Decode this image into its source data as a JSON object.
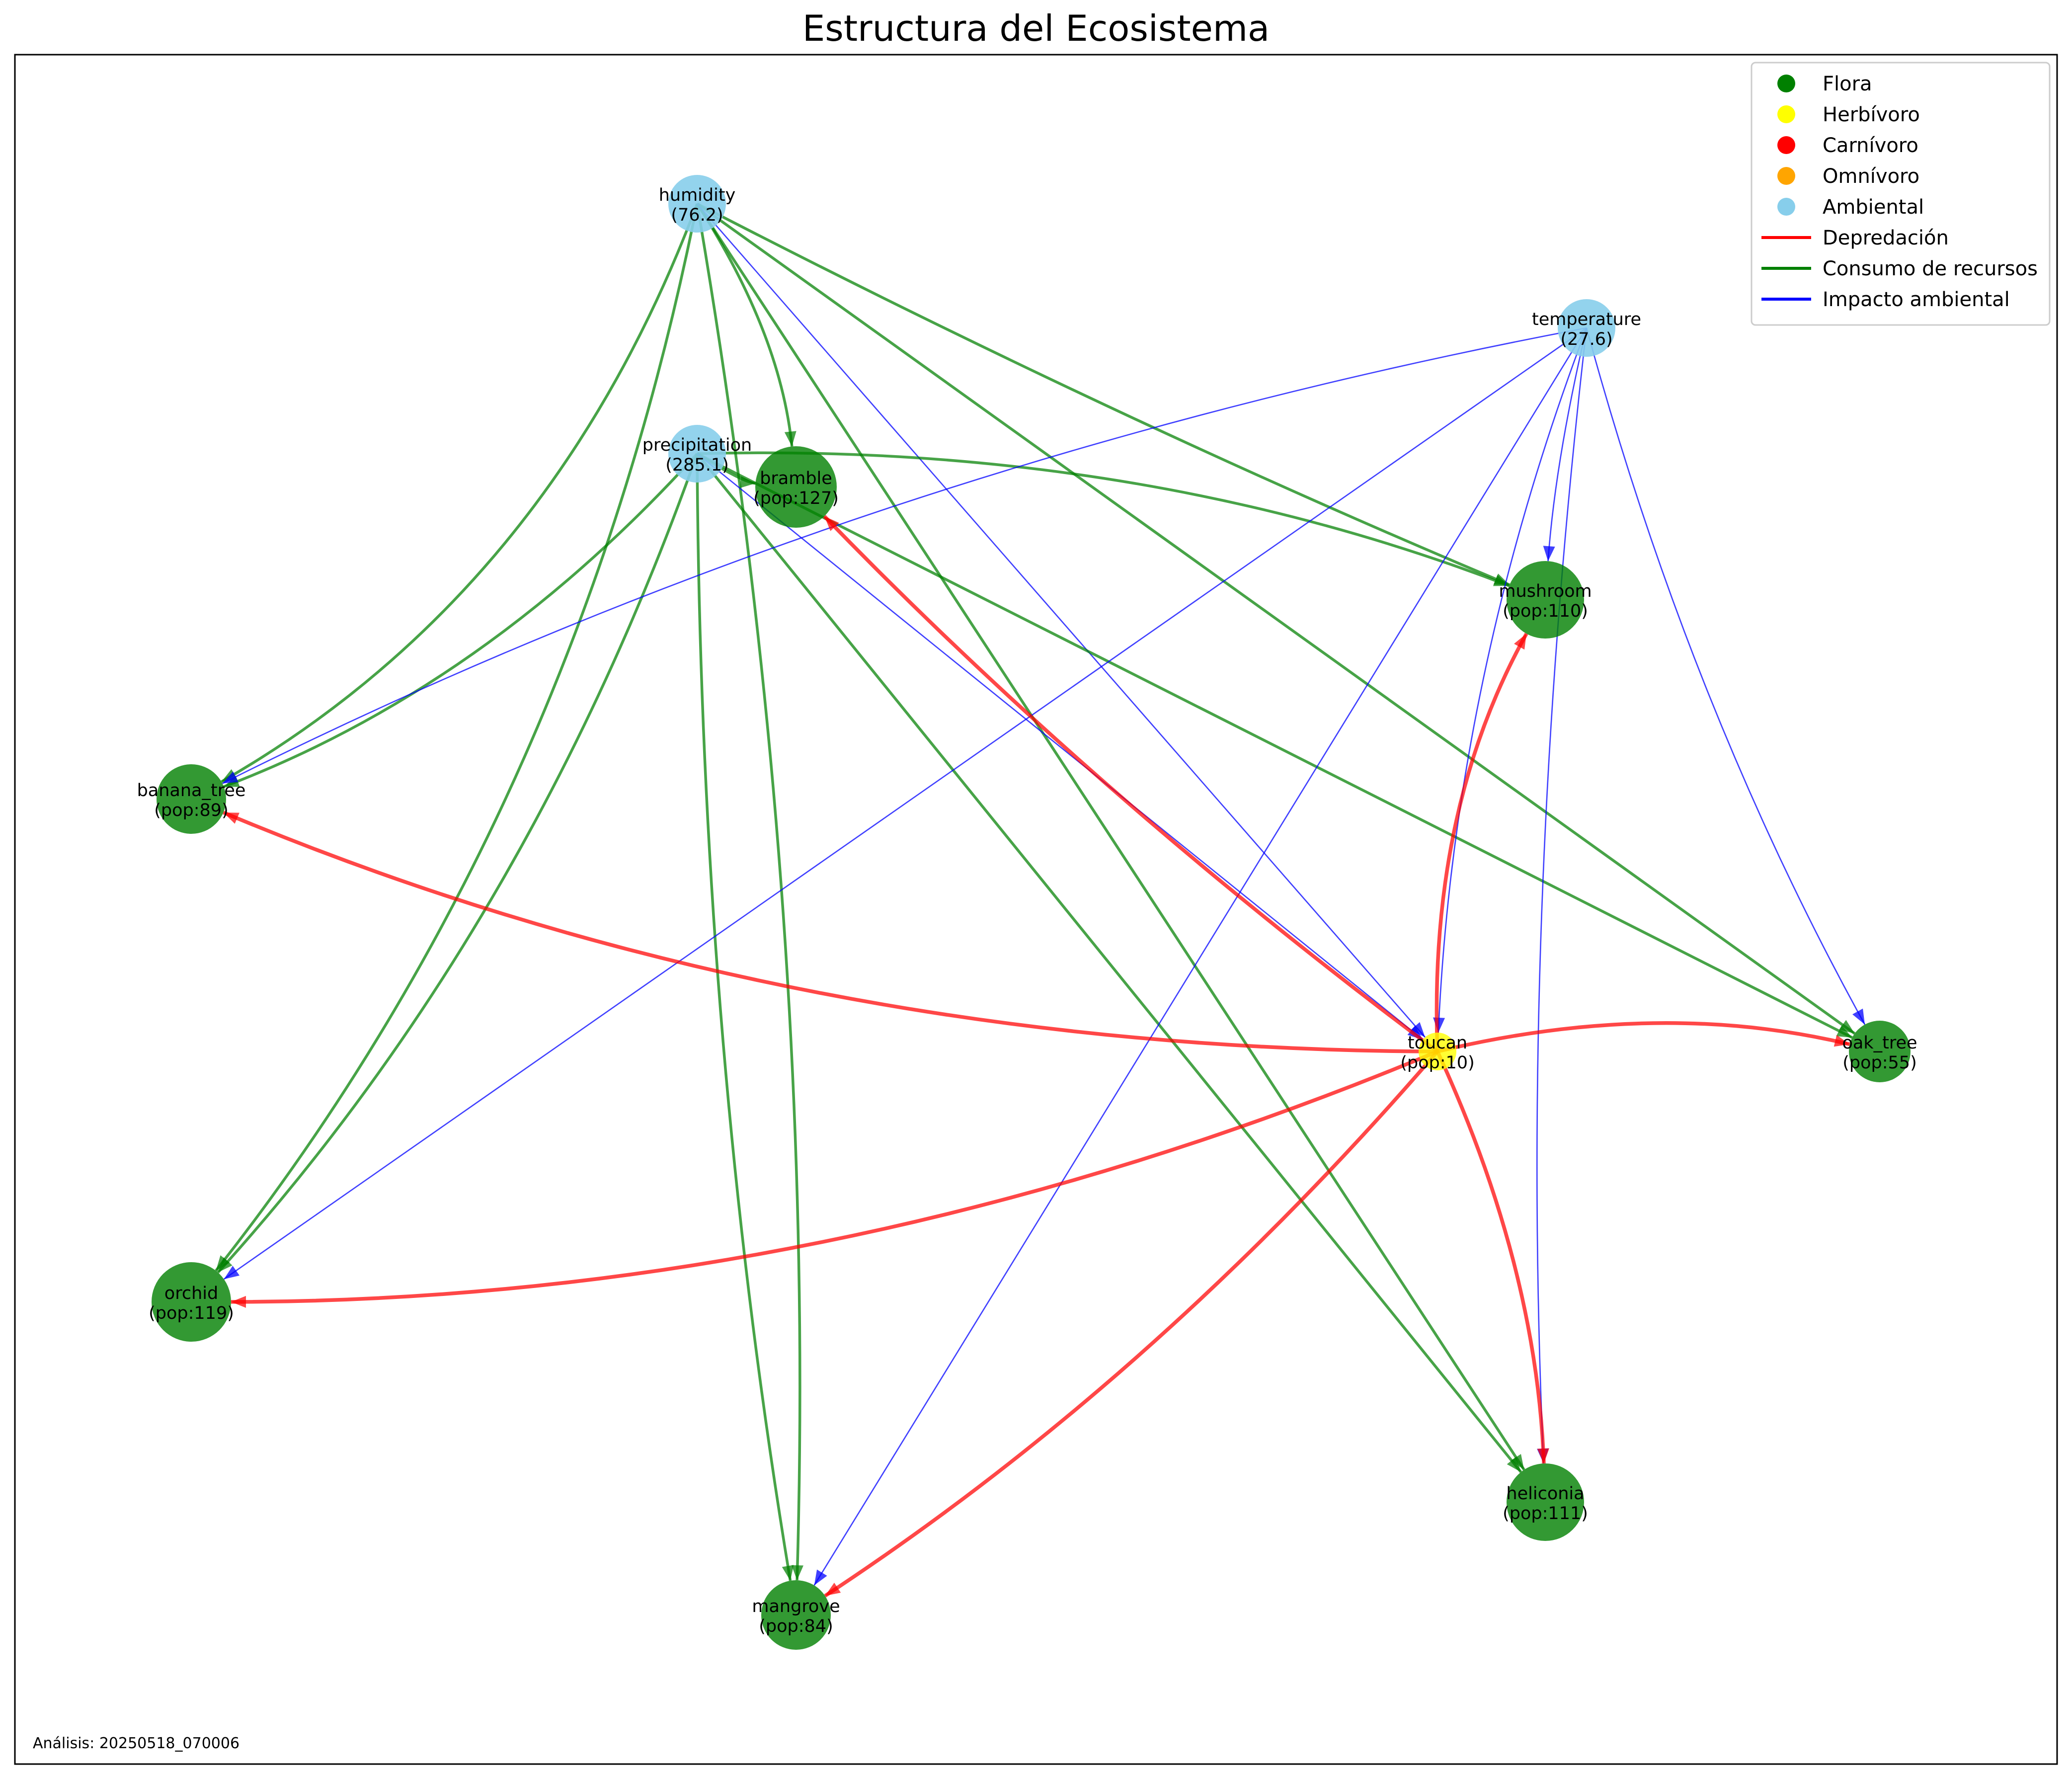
{
  "title": "Estructura del Ecosistema",
  "footer": "Análisis: 20250518_070006",
  "colors": {
    "flora": "#008000",
    "herbivore": "#ffff00",
    "carnivore": "#ff0000",
    "omnivore": "#ffa500",
    "environmental": "#87ceeb",
    "predation": "#ff0000",
    "resource": "#008000",
    "impact": "#0000ff"
  },
  "legend": [
    {
      "kind": "marker",
      "color_key": "flora",
      "label": "Flora"
    },
    {
      "kind": "marker",
      "color_key": "herbivore",
      "label": "Herbívoro"
    },
    {
      "kind": "marker",
      "color_key": "carnivore",
      "label": "Carnívoro"
    },
    {
      "kind": "marker",
      "color_key": "omnivore",
      "label": "Omnívoro"
    },
    {
      "kind": "marker",
      "color_key": "environmental",
      "label": "Ambiental"
    },
    {
      "kind": "line",
      "color_key": "predation",
      "label": "Depredación"
    },
    {
      "kind": "line",
      "color_key": "resource",
      "label": "Consumo de recursos"
    },
    {
      "kind": "line",
      "color_key": "impact",
      "label": "Impacto ambiental"
    }
  ],
  "nodes": [
    {
      "id": "humidity",
      "type": "environmental",
      "line1": "humidity",
      "line2": "(76.2)"
    },
    {
      "id": "temperature",
      "type": "environmental",
      "line1": "temperature",
      "line2": "(27.6)"
    },
    {
      "id": "precipitation",
      "type": "environmental",
      "line1": "precipitation",
      "line2": "(285.1)"
    },
    {
      "id": "bramble",
      "type": "flora",
      "line1": "bramble",
      "line2": "(pop:127)"
    },
    {
      "id": "mushroom",
      "type": "flora",
      "line1": "mushroom",
      "line2": "(pop:110)"
    },
    {
      "id": "banana_tree",
      "type": "flora",
      "line1": "banana_tree",
      "line2": "(pop:89)"
    },
    {
      "id": "toucan",
      "type": "herbivore",
      "line1": "toucan",
      "line2": "(pop:10)"
    },
    {
      "id": "oak_tree",
      "type": "flora",
      "line1": "oak_tree",
      "line2": "(pop:55)"
    },
    {
      "id": "orchid",
      "type": "flora",
      "line1": "orchid",
      "line2": "(pop:119)"
    },
    {
      "id": "heliconia",
      "type": "flora",
      "line1": "heliconia",
      "line2": "(pop:111)"
    },
    {
      "id": "mangrove",
      "type": "flora",
      "line1": "mangrove",
      "line2": "(pop:84)"
    }
  ],
  "edges": [
    {
      "from": "humidity",
      "to": "banana_tree",
      "kind": "resource"
    },
    {
      "from": "humidity",
      "to": "orchid",
      "kind": "resource"
    },
    {
      "from": "humidity",
      "to": "mangrove",
      "kind": "resource"
    },
    {
      "from": "humidity",
      "to": "bramble",
      "kind": "resource"
    },
    {
      "from": "humidity",
      "to": "heliconia",
      "kind": "resource"
    },
    {
      "from": "humidity",
      "to": "mushroom",
      "kind": "resource"
    },
    {
      "from": "humidity",
      "to": "oak_tree",
      "kind": "resource"
    },
    {
      "from": "humidity",
      "to": "toucan",
      "kind": "impact"
    },
    {
      "from": "precipitation",
      "to": "banana_tree",
      "kind": "resource"
    },
    {
      "from": "precipitation",
      "to": "orchid",
      "kind": "resource"
    },
    {
      "from": "precipitation",
      "to": "mangrove",
      "kind": "resource"
    },
    {
      "from": "precipitation",
      "to": "bramble",
      "kind": "resource"
    },
    {
      "from": "precipitation",
      "to": "heliconia",
      "kind": "resource"
    },
    {
      "from": "precipitation",
      "to": "mushroom",
      "kind": "resource"
    },
    {
      "from": "precipitation",
      "to": "oak_tree",
      "kind": "resource"
    },
    {
      "from": "precipitation",
      "to": "toucan",
      "kind": "impact"
    },
    {
      "from": "temperature",
      "to": "banana_tree",
      "kind": "impact"
    },
    {
      "from": "temperature",
      "to": "orchid",
      "kind": "impact"
    },
    {
      "from": "temperature",
      "to": "mangrove",
      "kind": "impact"
    },
    {
      "from": "temperature",
      "to": "toucan",
      "kind": "impact"
    },
    {
      "from": "temperature",
      "to": "mushroom",
      "kind": "impact"
    },
    {
      "from": "temperature",
      "to": "heliconia",
      "kind": "impact"
    },
    {
      "from": "temperature",
      "to": "oak_tree",
      "kind": "impact"
    },
    {
      "from": "toucan",
      "to": "bramble",
      "kind": "predation"
    },
    {
      "from": "toucan",
      "to": "mushroom",
      "kind": "predation"
    },
    {
      "from": "toucan",
      "to": "banana_tree",
      "kind": "predation"
    },
    {
      "from": "toucan",
      "to": "oak_tree",
      "kind": "predation"
    },
    {
      "from": "toucan",
      "to": "orchid",
      "kind": "predation"
    },
    {
      "from": "toucan",
      "to": "heliconia",
      "kind": "predation"
    },
    {
      "from": "toucan",
      "to": "mangrove",
      "kind": "predation"
    }
  ]
}
